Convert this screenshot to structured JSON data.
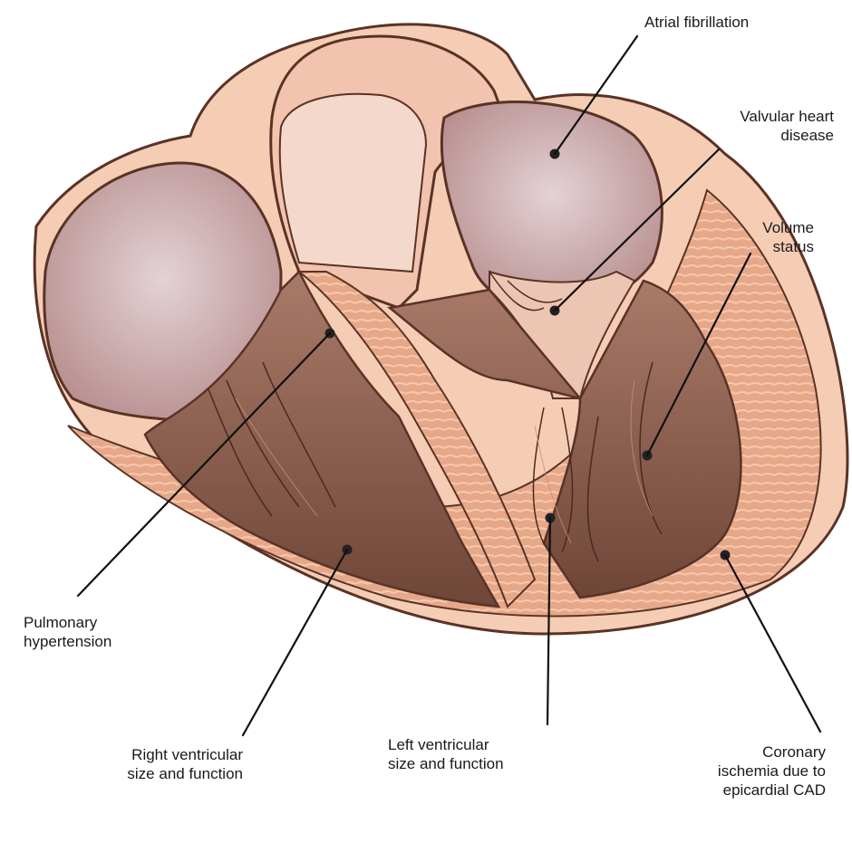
{
  "labels": {
    "atrial_fibrillation": [
      "Atrial fibrillation"
    ],
    "valvular_heart_disease": [
      "Valvular heart",
      "disease"
    ],
    "volume_status": [
      "Volume",
      "status"
    ],
    "pulmonary_hypertension": [
      "Pulmonary",
      "hypertension"
    ],
    "right_ventricular": [
      "Right ventricular",
      "size and function"
    ],
    "left_ventricular": [
      "Left ventricular",
      "size and function"
    ],
    "coronary_ischemia": [
      "Coronary",
      "ischemia due to",
      "epicardial CAD"
    ]
  },
  "colors": {
    "outline": "#5a3326",
    "muscle": "#e9ad8d",
    "muscle_dark": "#d08a6b",
    "outer_wall": "#f7d0b8",
    "atrium": "#c9a0a1",
    "atrium_light": "#ddc4c6",
    "cavity": "#8d6052",
    "cavity_dark": "#6e4637",
    "leader": "#111111"
  }
}
